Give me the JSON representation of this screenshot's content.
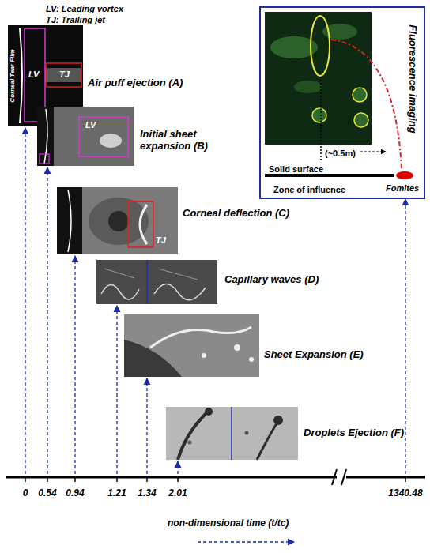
{
  "diagram": {
    "nodes": [
      {
        "text": [
          "Air puff ejection (A)",
          "Corneal Tear Film",
          "LV",
          "TJ"
        ]
      },
      {
        "text": [
          "Initial sheet expansion (B)",
          "LV"
        ]
      },
      {
        "text": [
          "Corneal deflection (C)",
          "TJ"
        ]
      },
      {
        "text": [
          "Capillary waves (D)"
        ]
      },
      {
        "text": [
          "Sheet Expansion (E)"
        ]
      },
      {
        "text": [
          "Droplets Ejection (F)"
        ]
      },
      {
        "text": [
          "Fluorescence imaging",
          "(~0.5m)",
          "Solid surface",
          "Zone of influence",
          "Fomites"
        ]
      }
    ],
    "labels": [
      "LV: Leading vortex",
      "TJ: Trailing jet",
      "0",
      "0.54",
      "0.94",
      "1.21",
      "1.34",
      "2.01",
      "1340.48",
      "non-dimensional time (t/tc)"
    ]
  }
}
